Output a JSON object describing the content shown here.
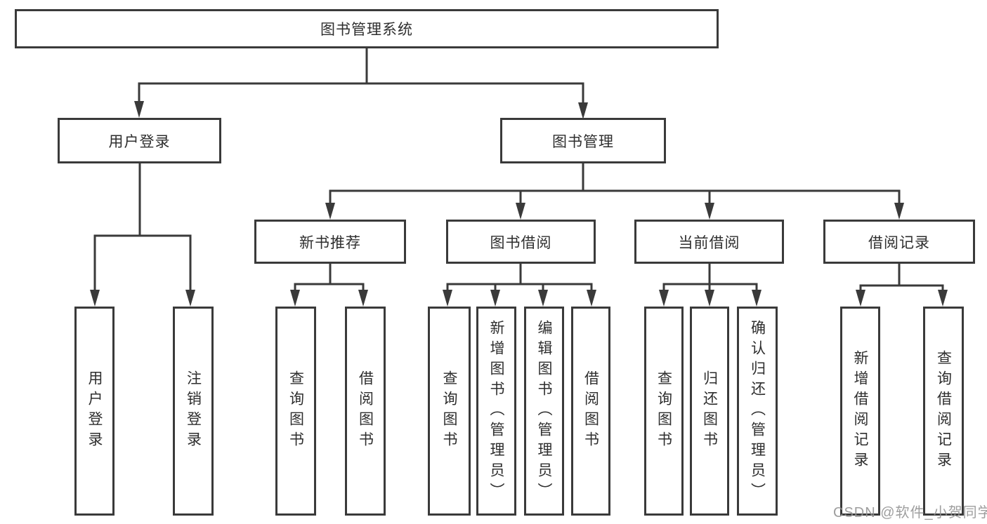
{
  "colors": {
    "line": "#3a3a3a",
    "text": "#2e2e2e",
    "background": "#ffffff",
    "watermark": "#949494"
  },
  "root": {
    "label": "图书管理系统"
  },
  "branches": {
    "user_login": {
      "label": "用户登录",
      "children": [
        {
          "label": "用户登录"
        },
        {
          "label": "注销登录"
        }
      ]
    },
    "book_management": {
      "label": "图书管理",
      "children": [
        {
          "label": "新书推荐",
          "children": [
            {
              "label": "查询图书"
            },
            {
              "label": "借阅图书"
            }
          ]
        },
        {
          "label": "图书借阅",
          "children": [
            {
              "label": "查询图书"
            },
            {
              "label": "新增图书（管理员）"
            },
            {
              "label": "编辑图书（管理员）"
            },
            {
              "label": "借阅图书"
            }
          ]
        },
        {
          "label": "当前借阅",
          "children": [
            {
              "label": "查询图书"
            },
            {
              "label": "归还图书"
            },
            {
              "label": "确认归还（管理员）"
            }
          ]
        },
        {
          "label": "借阅记录",
          "children": [
            {
              "label": "新增借阅记录"
            },
            {
              "label": "查询借阅记录"
            }
          ]
        }
      ]
    }
  },
  "watermark": {
    "text": "CSDN @软件_小贺同学"
  }
}
